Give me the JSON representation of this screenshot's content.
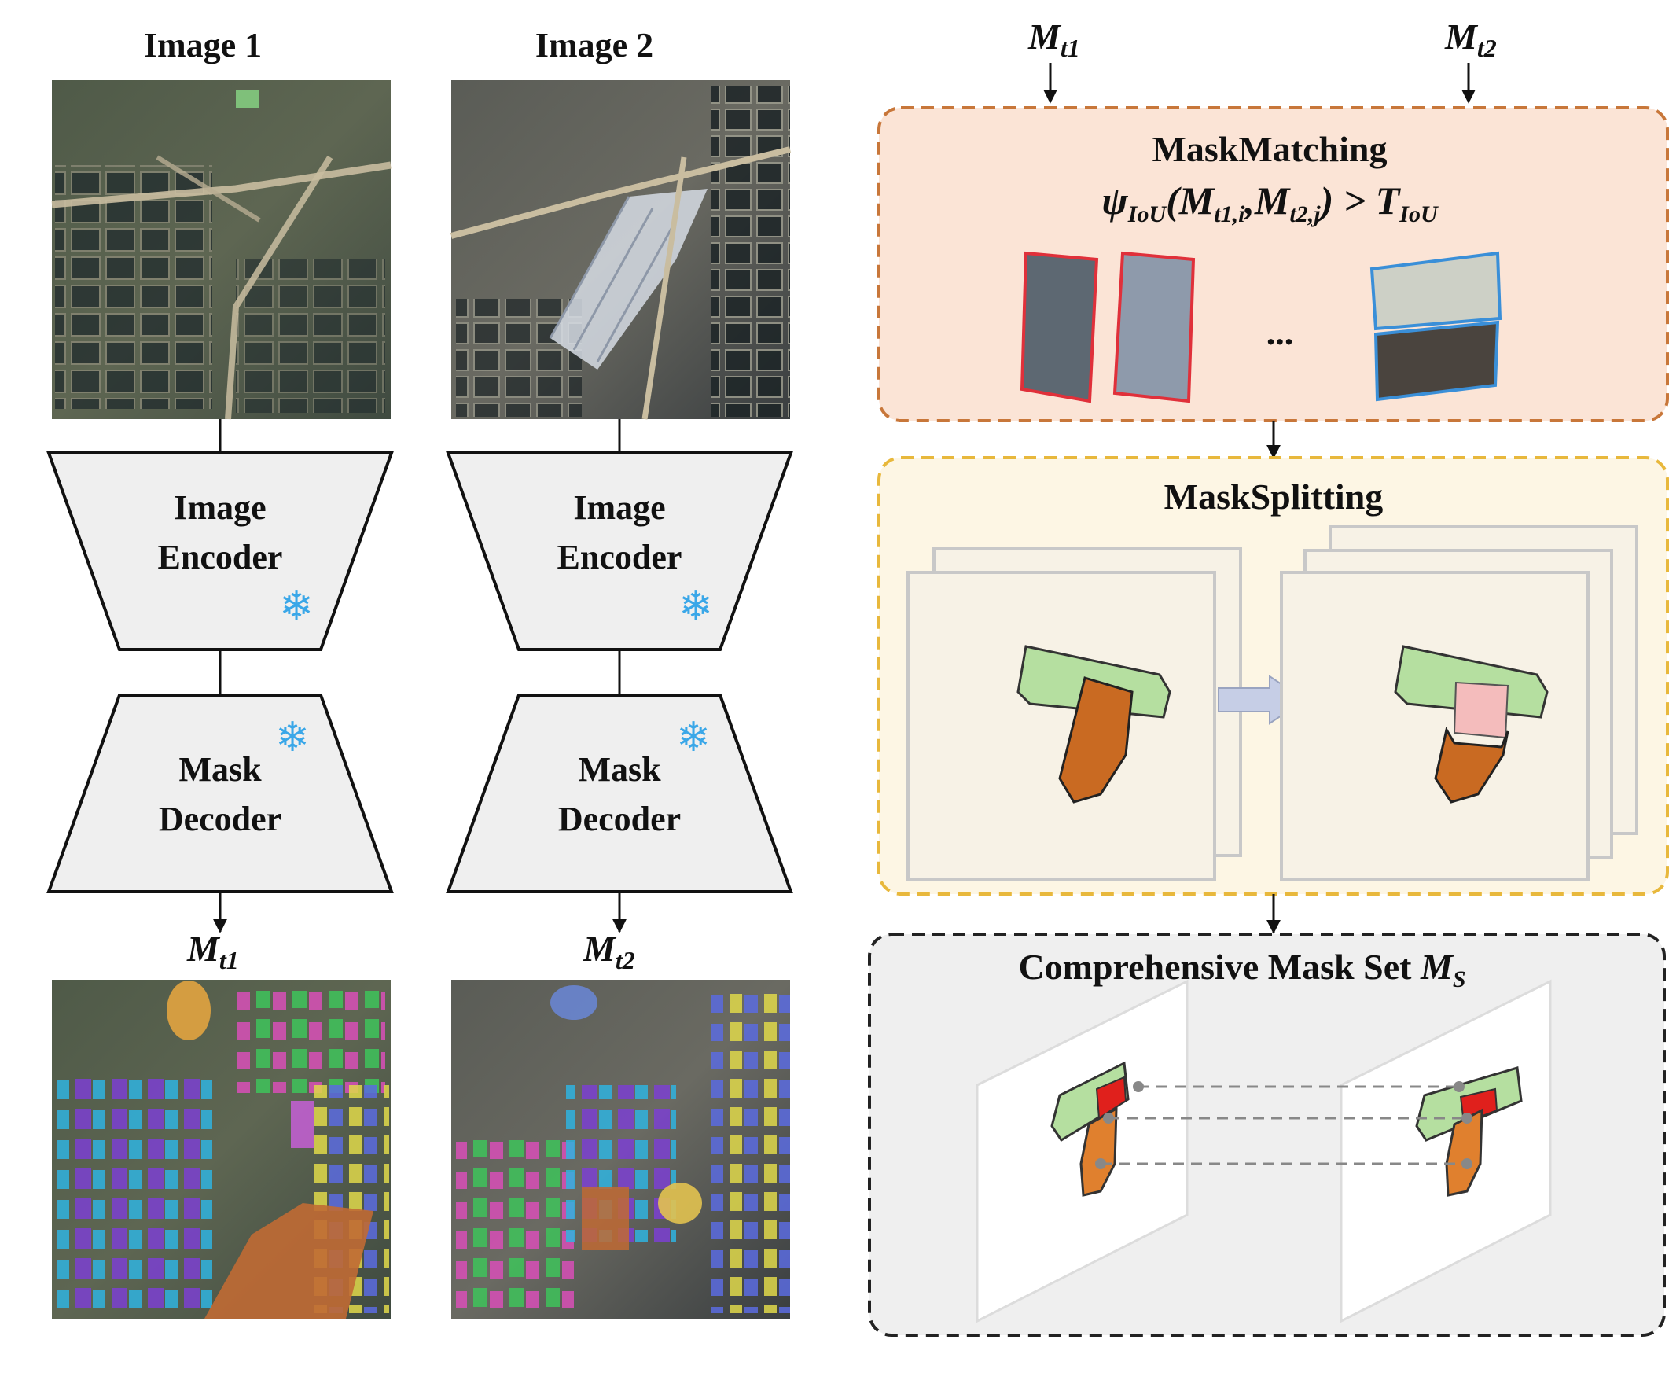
{
  "left": {
    "image1_title": "Image 1",
    "image2_title": "Image 2",
    "encoder_line1": "Image",
    "encoder_line2": "Encoder",
    "decoder_line1": "Mask",
    "decoder_line2": "Decoder",
    "mask_label_base": "M",
    "mask_t1_sub": "t1",
    "mask_t2_sub": "t2",
    "frozen_icon": "snowflake-icon"
  },
  "right": {
    "input_t1_base": "M",
    "input_t1_sub": "t1",
    "input_t2_base": "M",
    "input_t2_sub": "t2",
    "matching_title": "MaskMatching",
    "formula_psi": "ψ",
    "formula_psi_sub": "IoU",
    "formula_arg1": "M",
    "formula_arg1_sub": "t1,i",
    "formula_comma": ",",
    "formula_arg2": "M",
    "formula_arg2_sub": "t2,j",
    "formula_gt": ">",
    "formula_T": "T",
    "formula_T_sub": "IoU",
    "ellipsis": "...",
    "splitting_title": "MaskSplitting",
    "set_title": "Comprehensive Mask Set",
    "set_symbol": "M",
    "set_symbol_sub": "S"
  },
  "colors": {
    "matching_border": "#c8773a",
    "matching_fill": "#fbe4d6",
    "splitting_border": "#e8b83c",
    "splitting_fill": "#fdf6e4",
    "set_border": "#222222",
    "set_fill": "#efefef",
    "snowflake": "#3aa7e8",
    "mask_green": "#b5dfa0",
    "mask_orange": "#c96a22",
    "mask_pink": "#f4bcbc",
    "mask_red": "#e0201c"
  }
}
